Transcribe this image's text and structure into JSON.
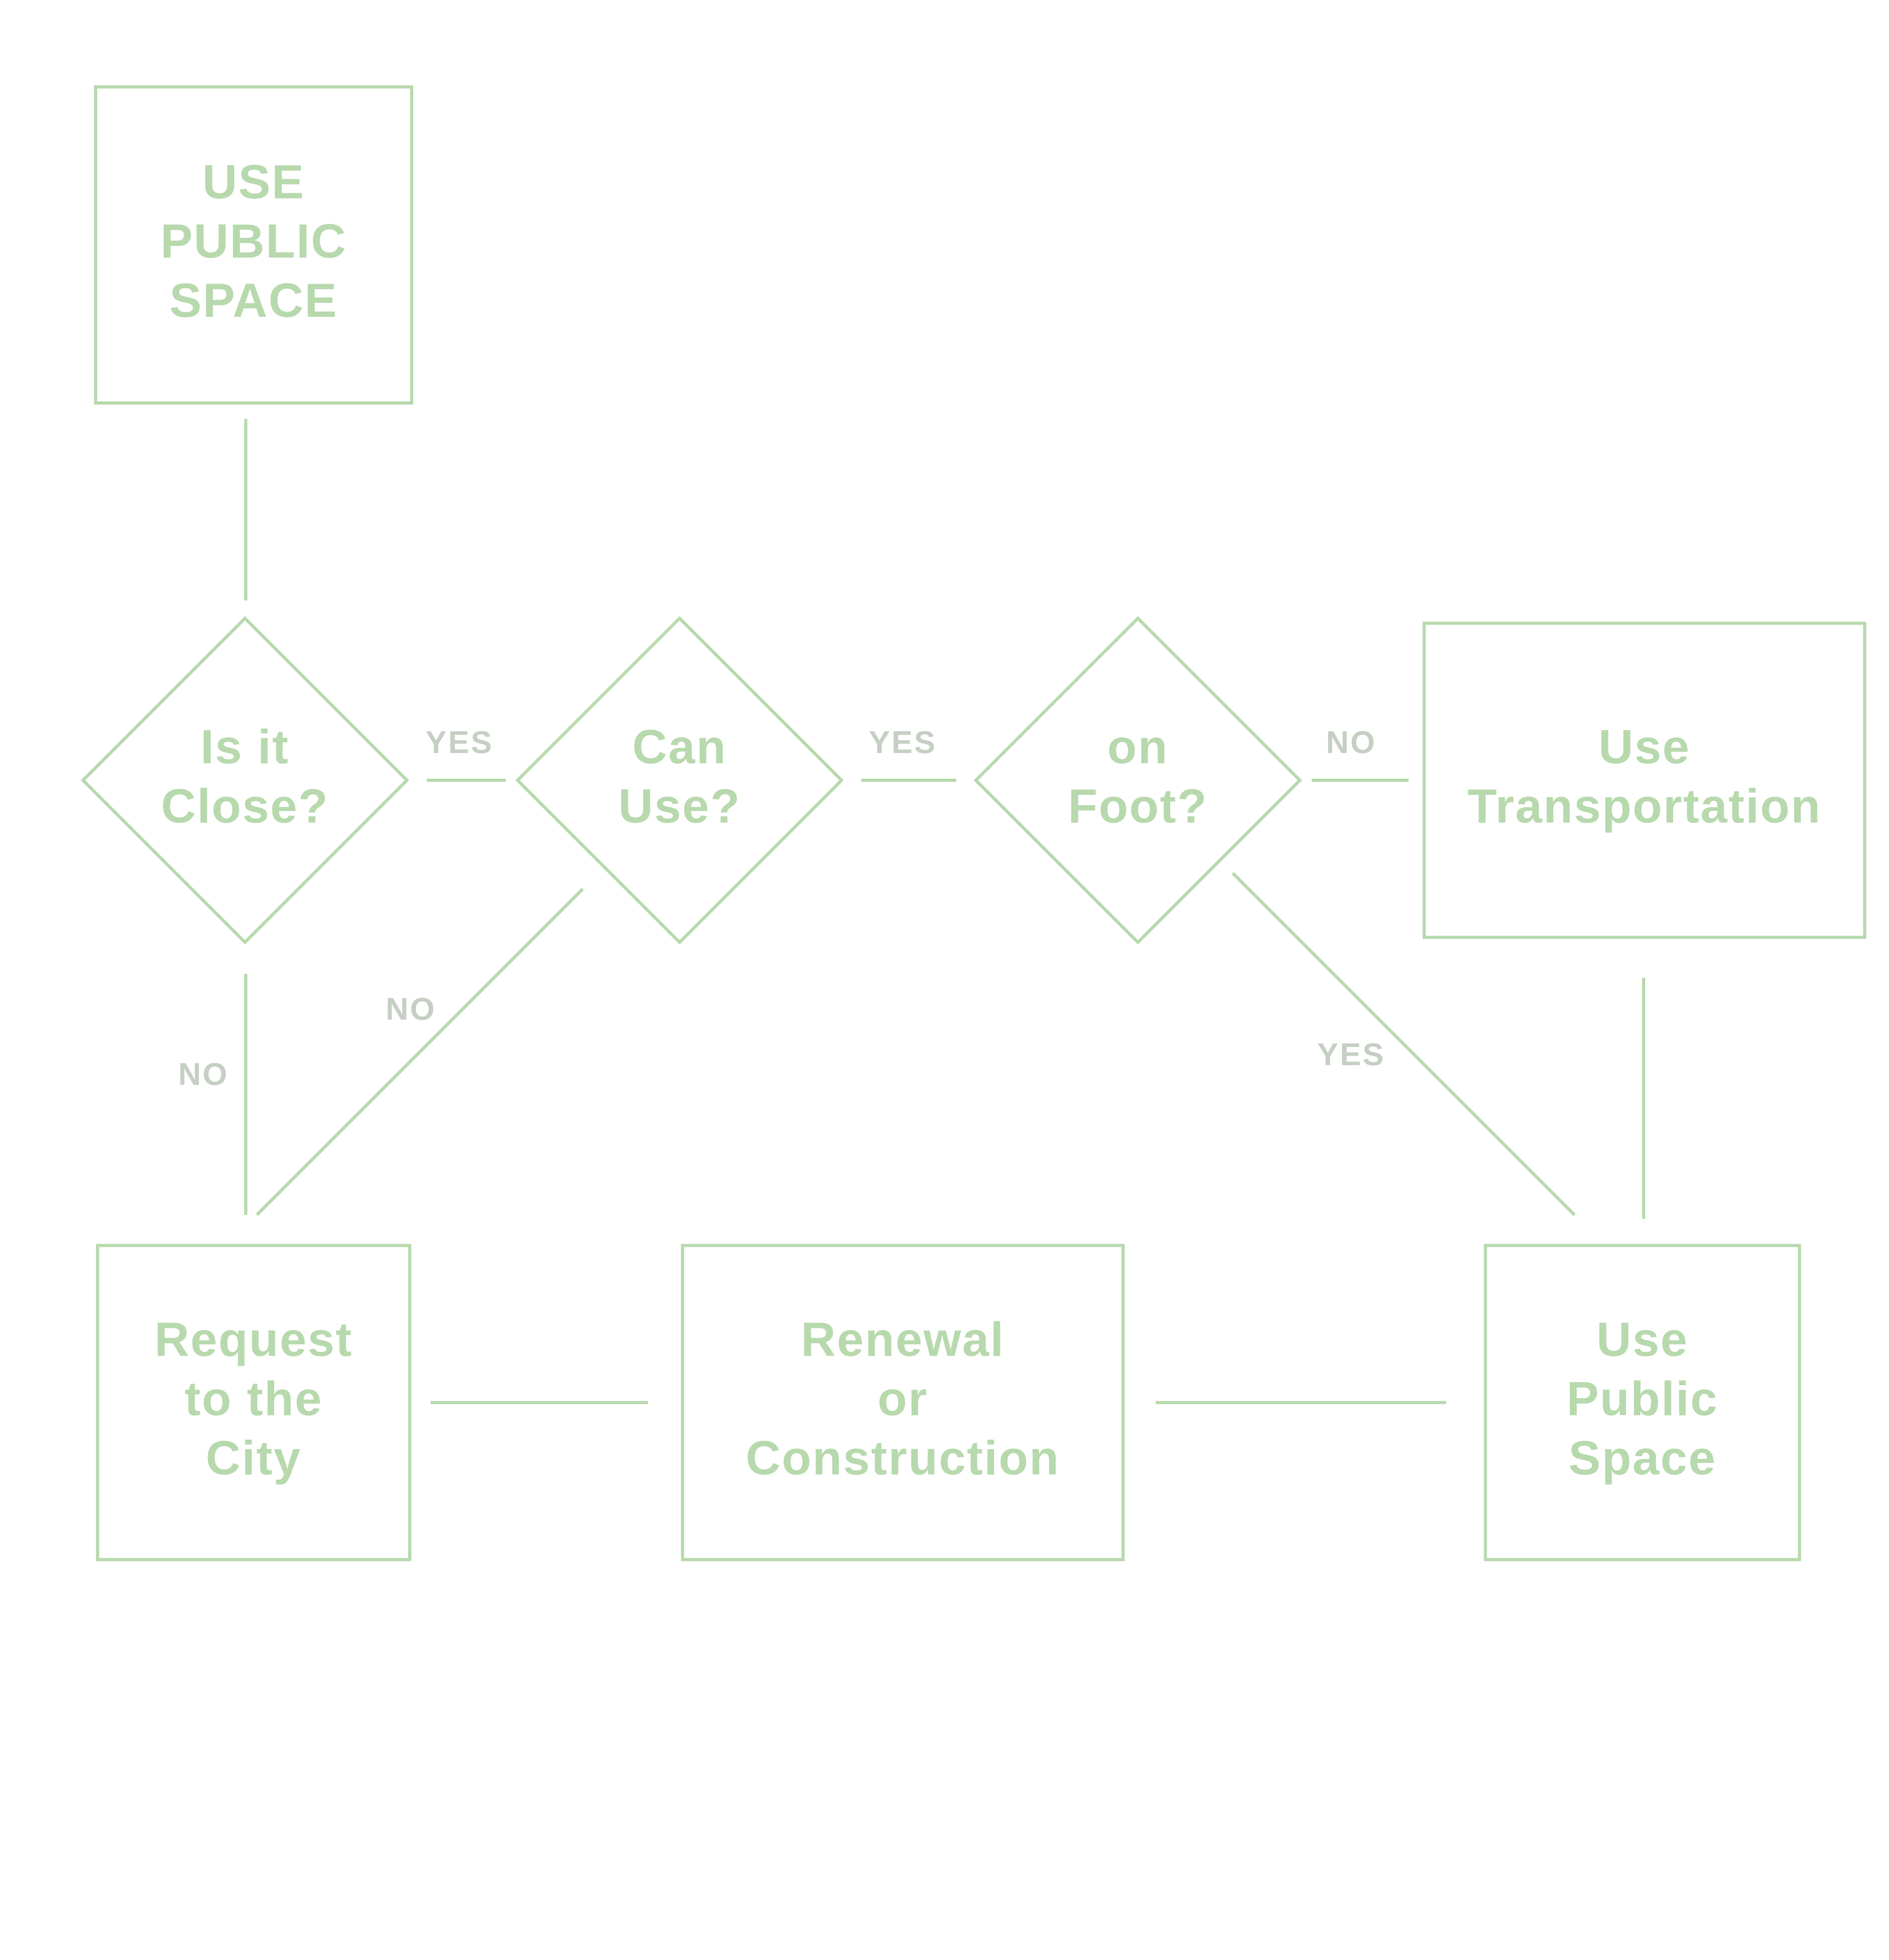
{
  "colors": {
    "stroke": "#b7d9ad",
    "node_text": "#b7d9ad",
    "edge_label_text": "#c5cfc3",
    "background": "#ffffff"
  },
  "nodes": {
    "start": {
      "shape": "rectangle",
      "lines": [
        "USE",
        "PUBLIC",
        "SPACE"
      ]
    },
    "is_close": {
      "shape": "diamond",
      "lines": [
        "Is it",
        "Close?"
      ]
    },
    "can_use": {
      "shape": "diamond",
      "lines": [
        "Can",
        "Use?"
      ]
    },
    "on_foot": {
      "shape": "diamond",
      "lines": [
        "on",
        "Foot?"
      ]
    },
    "transport": {
      "shape": "rectangle",
      "lines": [
        "Use",
        "Transportation"
      ]
    },
    "request": {
      "shape": "rectangle",
      "lines": [
        "Request",
        "to the",
        "City"
      ]
    },
    "renewal": {
      "shape": "rectangle",
      "lines": [
        "Renewal",
        "or",
        "Construction"
      ]
    },
    "use_space": {
      "shape": "rectangle",
      "lines": [
        "Use",
        "Public",
        "Space"
      ]
    }
  },
  "edges": [
    {
      "id": "start-to-is_close",
      "from": "start",
      "to": "is_close",
      "label": ""
    },
    {
      "id": "is_close-to-can_use",
      "from": "is_close",
      "to": "can_use",
      "label": "YES"
    },
    {
      "id": "can_use-to-on_foot",
      "from": "can_use",
      "to": "on_foot",
      "label": "YES"
    },
    {
      "id": "on_foot-to-transport",
      "from": "on_foot",
      "to": "transport",
      "label": "NO"
    },
    {
      "id": "is_close-to-request",
      "from": "is_close",
      "to": "request",
      "label": "NO"
    },
    {
      "id": "can_use-to-request",
      "from": "can_use",
      "to": "request",
      "label": "NO"
    },
    {
      "id": "on_foot-to-use_space",
      "from": "on_foot",
      "to": "use_space",
      "label": "YES"
    },
    {
      "id": "transport-to-use_space",
      "from": "transport",
      "to": "use_space",
      "label": ""
    },
    {
      "id": "request-to-renewal",
      "from": "request",
      "to": "renewal",
      "label": ""
    },
    {
      "id": "renewal-to-use_space",
      "from": "renewal",
      "to": "use_space",
      "label": ""
    }
  ]
}
